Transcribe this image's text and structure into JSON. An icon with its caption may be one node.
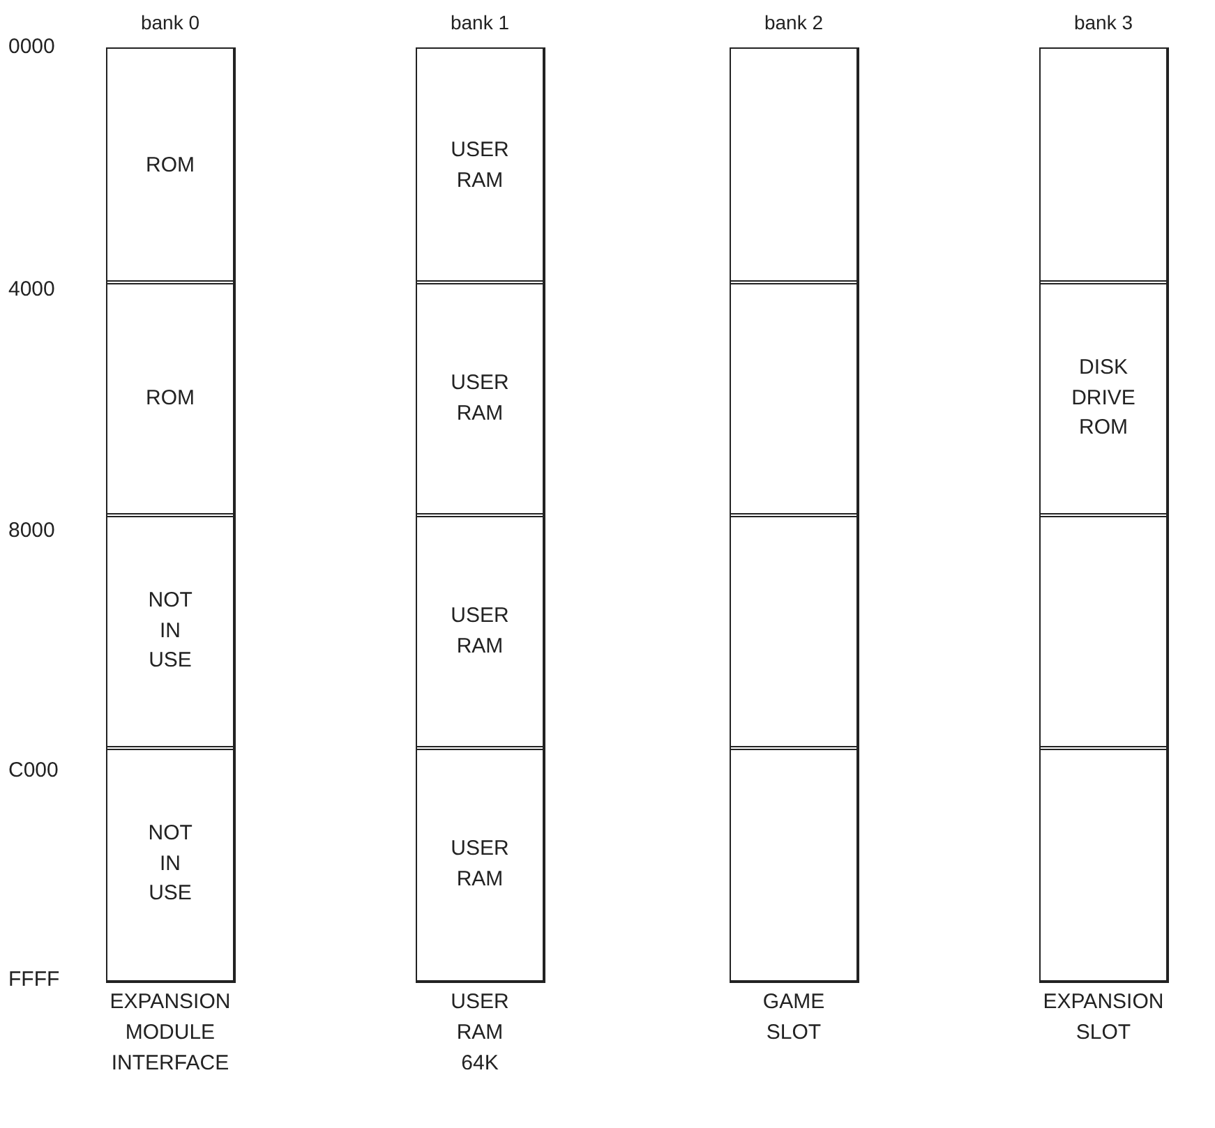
{
  "diagram": {
    "nodes": [
      {
        "text": [
          "bank 0"
        ],
        "beside": [
          "EXPANSION MODULE INTERFACE"
        ]
      },
      {
        "text": [
          "ROM"
        ],
        "in": 0
      },
      {
        "text": [
          "ROM"
        ],
        "in": 0
      },
      {
        "text": [
          "NOT IN USE"
        ],
        "in": 0
      },
      {
        "text": [
          "NOT IN USE"
        ],
        "in": 0
      },
      {
        "text": [
          "bank 1"
        ],
        "beside": [
          "USER RAM 64K"
        ]
      },
      {
        "text": [
          "USER RAM"
        ],
        "in": 5
      },
      {
        "text": [
          "USER RAM"
        ],
        "in": 5
      },
      {
        "text": [
          "USER RAM"
        ],
        "in": 5
      },
      {
        "text": [
          "USER RAM"
        ],
        "in": 5
      },
      {
        "text": [
          "bank 2"
        ],
        "beside": [
          "GAME SLOT"
        ]
      },
      {
        "text": [],
        "shape": "box",
        "in": 10
      },
      {
        "text": [],
        "shape": "box",
        "in": 10
      },
      {
        "text": [],
        "shape": "box",
        "in": 10
      },
      {
        "text": [],
        "shape": "box",
        "in": 10
      },
      {
        "text": [
          "bank 3"
        ],
        "beside": [
          "EXPANSION SLOT"
        ]
      },
      {
        "text": [],
        "shape": "box",
        "in": 15
      },
      {
        "text": [
          "DISK DRIVE ROM"
        ],
        "in": 15
      },
      {
        "text": [],
        "shape": "box",
        "in": 15
      },
      {
        "text": [],
        "shape": "box",
        "in": 15
      }
    ],
    "labels": [
      "0000",
      "4000",
      "8000",
      "C000",
      "FFFF"
    ]
  }
}
